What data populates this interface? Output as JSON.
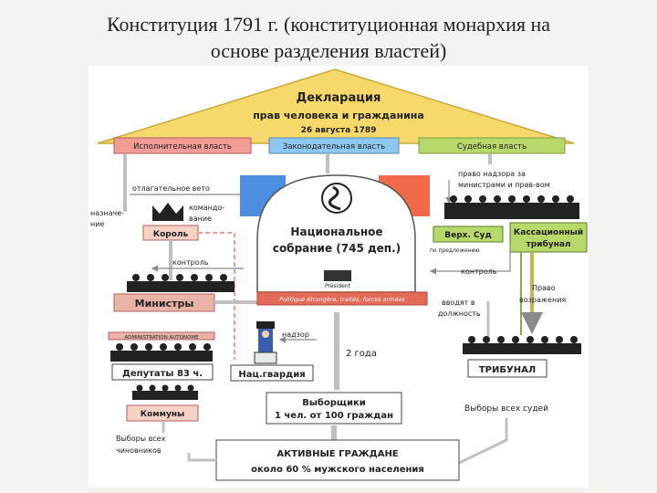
{
  "title": {
    "line1": "Конституция 1791 г. (конституционная монархия на",
    "line2": "основе разделения властей)"
  },
  "roof": {
    "line1": "Декларация",
    "line2": "прав человека и гражданина",
    "line3": "26 августа 1789"
  },
  "powers": {
    "executive": "Исполнительная власть",
    "legislative": "Законодательная власть",
    "judicial": "Судебная власть"
  },
  "king": {
    "veto": "отлагательное вето",
    "appointment_1": "назначе-",
    "appointment_2": "ние",
    "command_1": "командо-",
    "command_2": "вание",
    "label": "Король",
    "control": "контроль"
  },
  "assembly": {
    "line1": "Национальное",
    "line2": "собрание (745 деп.)",
    "president": "Président",
    "policy": "Politique étrangère, traités, forces armées",
    "supervision": "надзор",
    "term": "2 года"
  },
  "ministers": {
    "label": "Министры",
    "administration": "ADMINISTRATION AUTONOME",
    "deputies": "Депутаты 83 ч.",
    "communes": "Коммуны",
    "elections_1": "Выборы всех",
    "elections_2": "чиновников"
  },
  "guard": {
    "label": "Нац.гвардия"
  },
  "judiciary": {
    "oversight_1": "право надзора за",
    "oversight_2": "министрами и прав-вом",
    "supreme_court": "Верх. Суд",
    "on_proposal": "по предложению",
    "cassation_1": "Кассационный",
    "cassation_2": "трибунал",
    "control": "контроль",
    "appoint_1": "вводят в",
    "appoint_2": "должность",
    "objection_1": "Право",
    "objection_2": "возражения",
    "tribunal": "ТРИБУНАЛ",
    "judge_elections": "Выборы всех судей"
  },
  "electors": {
    "line1": "Выборщики",
    "line2": "1 чел. от 100 граждан"
  },
  "citizens": {
    "line1": "АКТИВНЫЕ ГРАЖДАНЕ",
    "line2": "около 60 % мужского населения"
  },
  "colors": {
    "roof": "#f6d86b",
    "executive": "#f39b95",
    "legislative": "#8ec8f0",
    "judicial": "#b7d86a",
    "ministers": "#e9b3a8",
    "label_box": "#f7d0c6",
    "arrow": "#c0c0c0",
    "flag_blue": "#4c8fe0",
    "flag_red": "#f06a4a"
  },
  "icons": [
    "crown-icon",
    "judge-bench-icon",
    "guard-icon",
    "constitution-icon"
  ]
}
